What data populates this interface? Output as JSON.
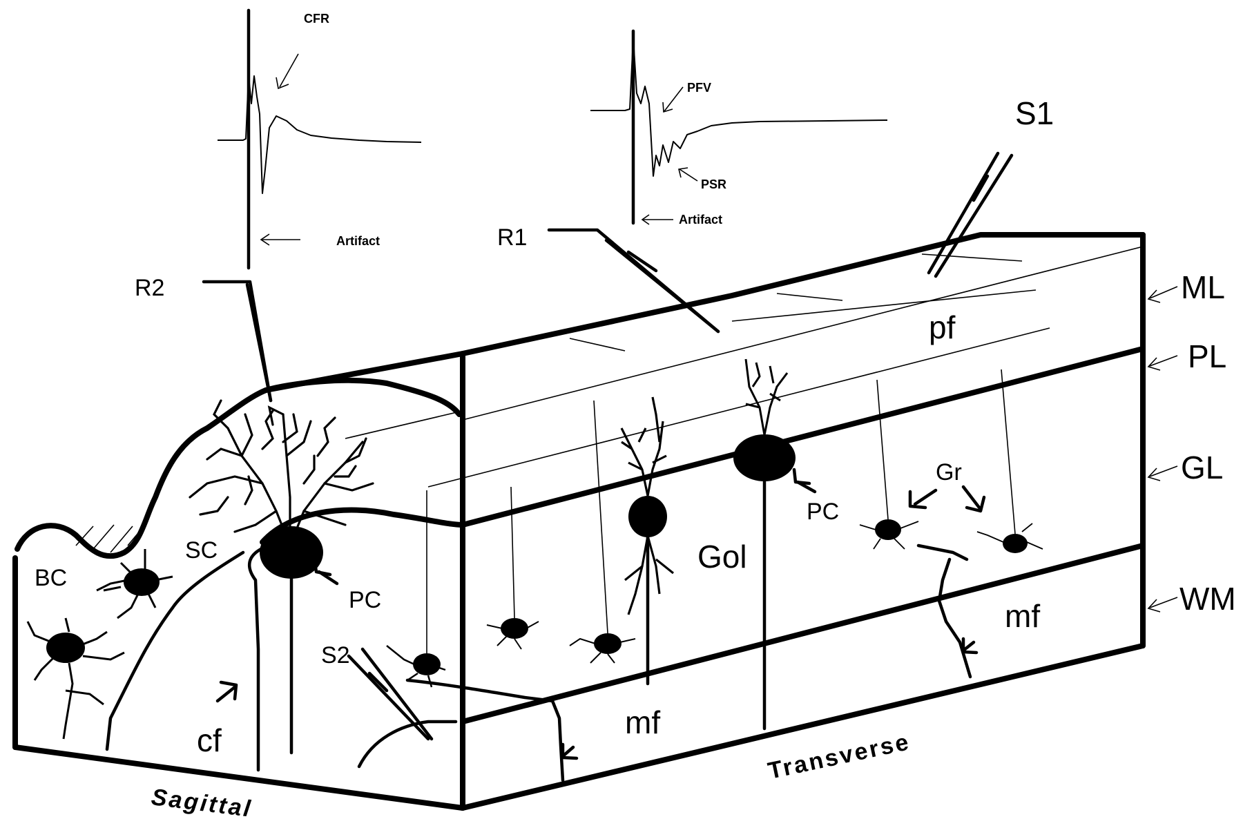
{
  "traces": {
    "left": {
      "cfr": "CFR",
      "artifact": "Artifact"
    },
    "right": {
      "pfv": "PFV",
      "psr": "PSR",
      "artifact": "Artifact"
    }
  },
  "electrodes": {
    "r1": "R1",
    "r2": "R2",
    "s1": "S1",
    "s2": "S2"
  },
  "layers": {
    "ml": "ML",
    "pl": "PL",
    "gl": "GL",
    "wm": "WM"
  },
  "cells": {
    "pc_left": "PC",
    "pc_right": "PC",
    "bc": "BC",
    "sc": "SC",
    "gol": "Gol",
    "gr": "Gr"
  },
  "fibers": {
    "pf": "pf",
    "cf": "cf",
    "mf_front": "mf",
    "mf_right": "mf"
  },
  "planes": {
    "sagittal": "Sagittal",
    "transverse": "Transverse"
  }
}
